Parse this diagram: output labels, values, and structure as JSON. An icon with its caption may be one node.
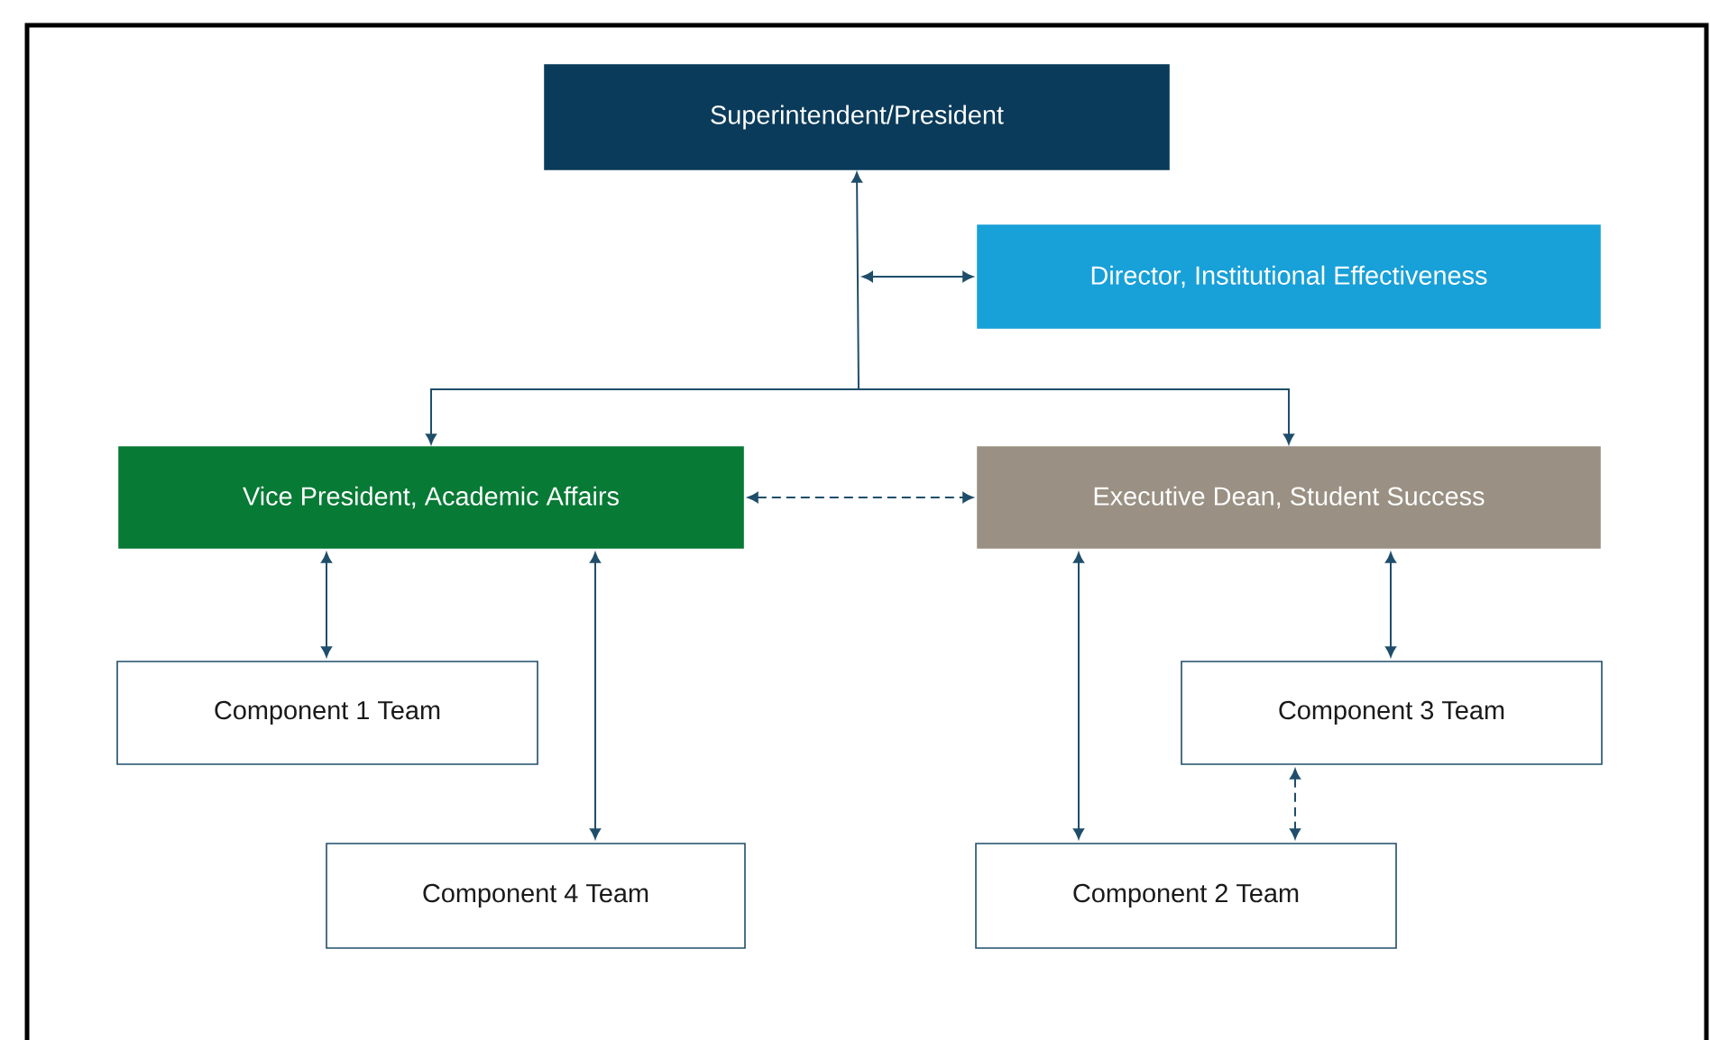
{
  "diagram": {
    "nodes": [
      {
        "text": [
          "Superintendent/President"
        ]
      },
      {
        "text": [
          "Director, Institutional Effectiveness"
        ]
      },
      {
        "text": [
          "Vice President, Academic Affairs"
        ]
      },
      {
        "text": [
          "Executive Dean, Student Success"
        ]
      },
      {
        "text": [
          "Component 1 Team"
        ]
      },
      {
        "text": [
          "Component 3 Team"
        ]
      },
      {
        "text": [
          "Component 4 Team"
        ]
      },
      {
        "text": [
          "Component 2 Team"
        ]
      }
    ],
    "edges": [
      {
        "from": 0,
        "to": 2,
        "arrow": "both"
      },
      {
        "from": 0,
        "to": 3,
        "arrow": "both"
      },
      {
        "from": 0,
        "to": 1,
        "arrow": "both"
      },
      {
        "from": 2,
        "to": 3,
        "arrow": "both",
        "style": "dashed"
      },
      {
        "from": 2,
        "to": 4,
        "arrow": "both"
      },
      {
        "from": 2,
        "to": 6,
        "arrow": "both"
      },
      {
        "from": 3,
        "to": 7,
        "arrow": "both"
      },
      {
        "from": 3,
        "to": 5,
        "arrow": "both"
      },
      {
        "from": 5,
        "to": 7,
        "arrow": "both",
        "style": "dashed"
      }
    ]
  }
}
